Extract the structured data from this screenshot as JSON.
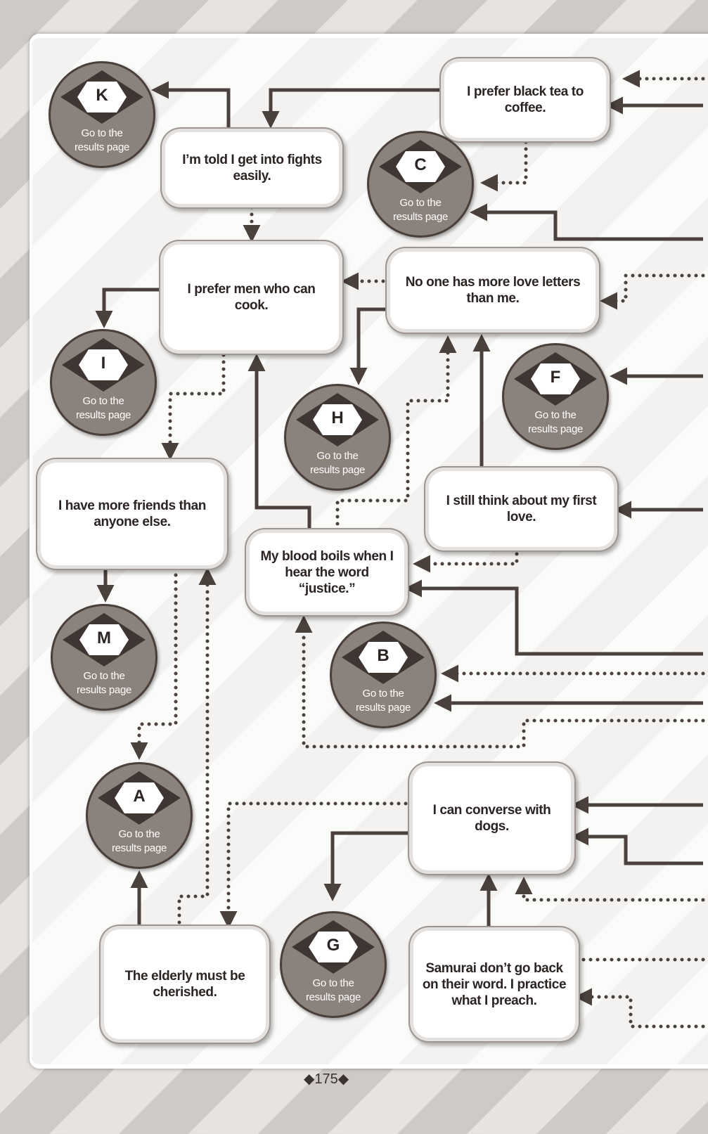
{
  "questions": {
    "q1": "I prefer black tea to coffee.",
    "q2": "I’m told I get into fights easily.",
    "q3": "I prefer men who can cook.",
    "q4": "No one has more love letters than me.",
    "q5": "I have more friends than anyone else.",
    "q6": "I still think about my first love.",
    "q7": "My blood boils when I hear the word “justice.”",
    "q8": "I can converse with dogs.",
    "q9": "The elderly must be cherished.",
    "q10": "Samurai don’t go back on their word. I practice what I preach."
  },
  "results": {
    "K": {
      "letter": "K",
      "label": "Go to the results page"
    },
    "C": {
      "letter": "C",
      "label": "Go to the results page"
    },
    "I": {
      "letter": "I",
      "label": "Go to the results page"
    },
    "H": {
      "letter": "H",
      "label": "Go to the results page"
    },
    "F": {
      "letter": "F",
      "label": "Go to the results page"
    },
    "M": {
      "letter": "M",
      "label": "Go to the results page"
    },
    "B": {
      "letter": "B",
      "label": "Go to the results page"
    },
    "A": {
      "letter": "A",
      "label": "Go to the results page"
    },
    "G": {
      "letter": "G",
      "label": "Go to the results page"
    }
  },
  "page_number": "◆175◆",
  "colors": {
    "line": "#4a403c",
    "circle": "#8c827c",
    "diamond": "#3f3633"
  }
}
